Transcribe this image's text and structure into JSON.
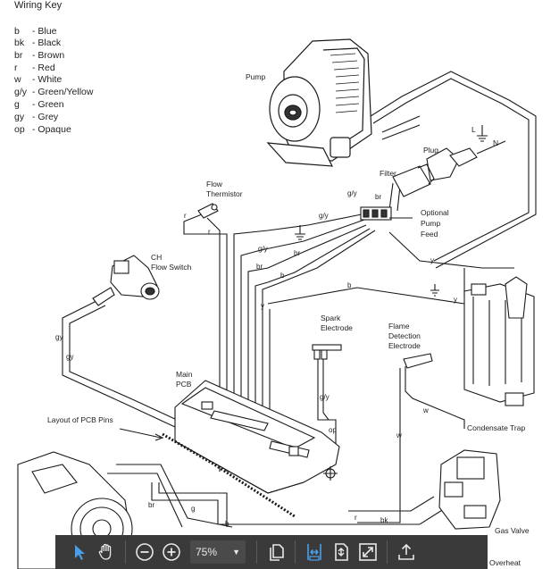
{
  "wiring_key": {
    "title": "Wiring Key",
    "items": [
      {
        "code": "b",
        "name": "- Blue"
      },
      {
        "code": "bk",
        "name": "- Black"
      },
      {
        "code": "br",
        "name": "- Brown"
      },
      {
        "code": "r",
        "name": "- Red"
      },
      {
        "code": "w",
        "name": "- White"
      },
      {
        "code": "g/y",
        "name": "- Green/Yellow"
      },
      {
        "code": "g",
        "name": "- Green"
      },
      {
        "code": "gy",
        "name": "- Grey"
      },
      {
        "code": "op",
        "name": "- Opaque"
      }
    ]
  },
  "components": {
    "pump": "Pump",
    "plug": "Plug",
    "filter": "Filter",
    "flow_thermistor_1": "Flow",
    "flow_thermistor_2": "Thermistor",
    "optional_pump_feed_1": "Optional",
    "optional_pump_feed_2": "Pump",
    "optional_pump_feed_3": "Feed",
    "ch_flow_switch_1": "CH",
    "ch_flow_switch_2": "Flow Switch",
    "spark_electrode_1": "Spark",
    "spark_electrode_2": "Electrode",
    "flame_detection_1": "Flame",
    "flame_detection_2": "Detection",
    "flame_detection_3": "Electrode",
    "main_pcb_1": "Main",
    "main_pcb_2": "PCB",
    "layout_pcb_pins": "Layout of PCB Pins",
    "condensate_trap": "Condensate Trap",
    "gas_valve": "Gas Valve",
    "overheat": "Overheat"
  },
  "plug_pins": {
    "l": "L",
    "n": "N"
  },
  "wire_labels": {
    "gy_top": "g/y",
    "br_plug": "br",
    "b_plug": "b",
    "gy_terminal": "g/y",
    "r_therm1": "r",
    "r_therm2": "r",
    "gy_main": "g/y",
    "br_main": "br",
    "br_main2": "br",
    "b_main": "b",
    "y_main": "y",
    "b_trap": "b",
    "y_plug": "y",
    "y_trap": "y",
    "gy_switch1": "gy",
    "gy_switch2": "gy",
    "gy_spark": "g/y",
    "op_spark": "op",
    "w_flame1": "w",
    "w_flame2": "w",
    "br_fan": "br",
    "g_fan": "g",
    "b_bottom": "b",
    "r_bottom": "r",
    "bk_bottom": "bk"
  },
  "toolbar": {
    "zoom_value": "75%",
    "icons": [
      "cursor-icon",
      "hand-icon",
      "zoom-out-icon",
      "zoom-in-icon",
      "page-copy-icon",
      "fit-width-icon",
      "fit-page-icon",
      "fullscreen-icon",
      "upload-icon"
    ],
    "colors": {
      "background": "#3a3a3a",
      "active_icon": "#4a9de8",
      "icon": "#e8e8e8"
    }
  }
}
